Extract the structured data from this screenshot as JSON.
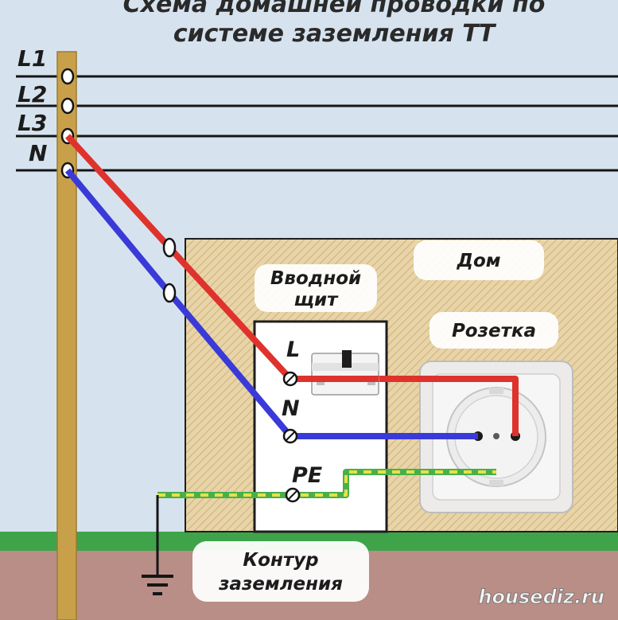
{
  "title": {
    "line1": "Схема домашней проводки по",
    "line2": "системе заземления ТТ"
  },
  "overhead_lines": [
    {
      "label": "L1"
    },
    {
      "label": "L2"
    },
    {
      "label": "L3"
    },
    {
      "label": "N"
    }
  ],
  "labels": {
    "house": "Дом",
    "panel_line1": "Вводной",
    "panel_line2": "щит",
    "socket": "Розетка",
    "ground_line1": "Контур",
    "ground_line2": "заземления"
  },
  "terminals": {
    "l": "L",
    "n": "N",
    "pe": "PE"
  },
  "watermark": "housediz.ru",
  "colors": {
    "sky": "#d6e3ee",
    "pole": "#c9a04a",
    "house": "#e8d4a8",
    "grass": "#3fa34a",
    "soil": "#b98e86",
    "phase_wire": "#e0322c",
    "neutral_wire": "#3a3ad8",
    "pe_wire": "#48b04a",
    "pe_dash": "#e6e04a"
  },
  "icons": [
    "breaker-icon",
    "ground-symbol-icon",
    "socket-icon",
    "terminal-icon"
  ]
}
